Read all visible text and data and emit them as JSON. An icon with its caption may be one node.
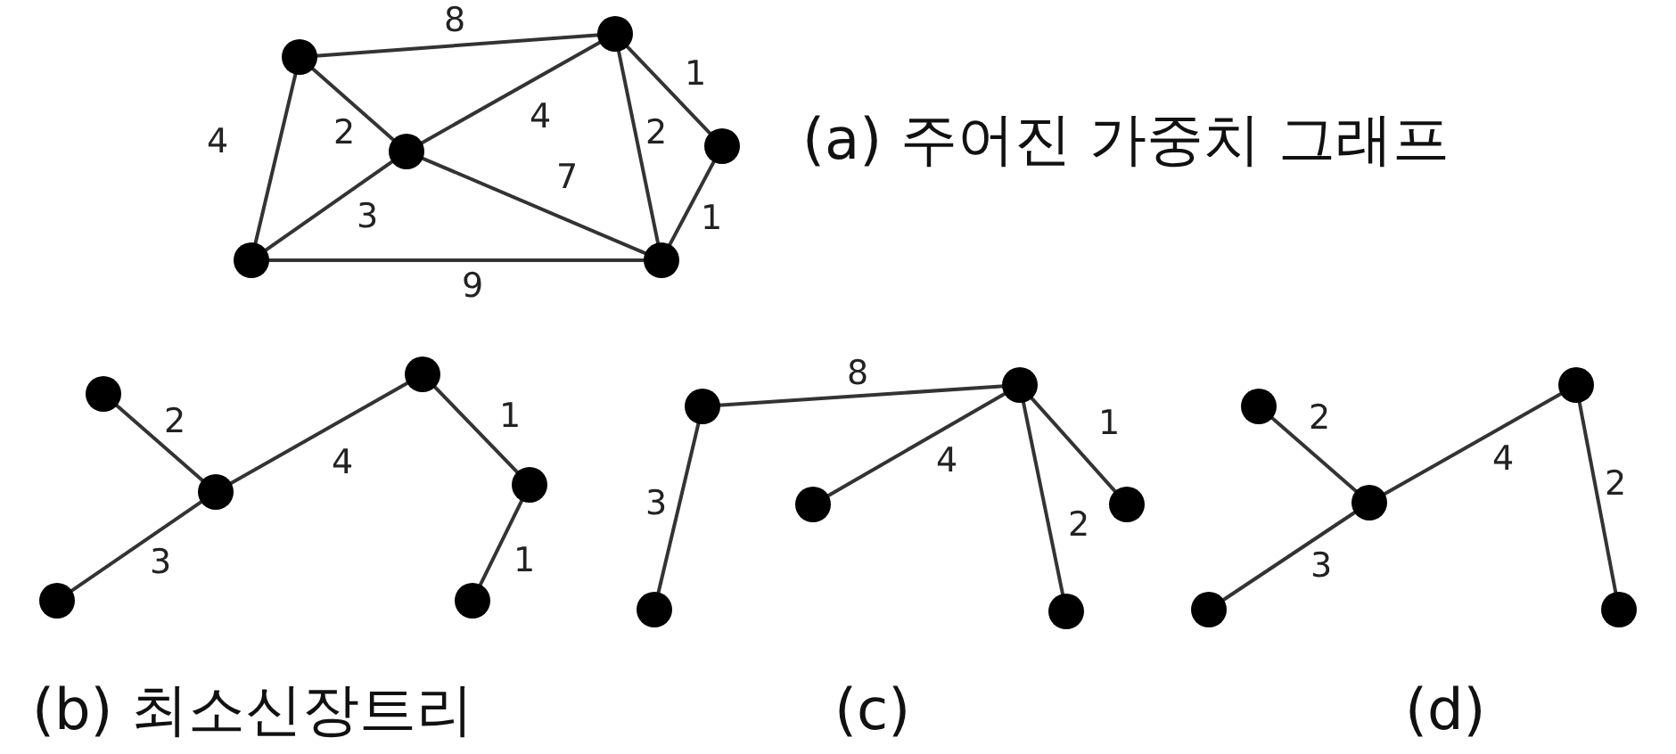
{
  "diagram": {
    "nodes": [
      {
        "text": [],
        "shape": "circle"
      },
      {
        "text": [],
        "shape": "circle"
      },
      {
        "text": [],
        "shape": "circle"
      },
      {
        "text": [],
        "shape": "circle"
      },
      {
        "text": [],
        "shape": "circle"
      },
      {
        "text": [],
        "shape": "circle"
      },
      {
        "text": [],
        "shape": "circle"
      },
      {
        "text": [],
        "shape": "circle"
      },
      {
        "text": [],
        "shape": "circle"
      },
      {
        "text": [],
        "shape": "circle"
      },
      {
        "text": [],
        "shape": "circle"
      },
      {
        "text": [],
        "shape": "circle"
      },
      {
        "text": [],
        "shape": "circle"
      },
      {
        "text": [],
        "shape": "circle"
      },
      {
        "text": [],
        "shape": "circle"
      },
      {
        "text": [],
        "shape": "circle"
      },
      {
        "text": [],
        "shape": "circle"
      },
      {
        "text": [],
        "shape": "circle"
      },
      {
        "text": [],
        "shape": "circle"
      },
      {
        "text": [],
        "shape": "circle"
      },
      {
        "text": [],
        "shape": "circle"
      },
      {
        "text": [],
        "shape": "circle"
      },
      {
        "text": [],
        "shape": "circle"
      }
    ],
    "edges": [
      {
        "from": 0,
        "to": 1,
        "arrow": "none",
        "label": "8"
      },
      {
        "from": 0,
        "to": 2,
        "arrow": "none",
        "label": "2"
      },
      {
        "from": 0,
        "to": 4,
        "arrow": "none",
        "label": "4"
      },
      {
        "from": 2,
        "to": 1,
        "arrow": "none",
        "label": "4"
      },
      {
        "from": 1,
        "to": 3,
        "arrow": "none",
        "label": "1"
      },
      {
        "from": 1,
        "to": 5,
        "arrow": "none",
        "label": "2"
      },
      {
        "from": 2,
        "to": 4,
        "arrow": "none",
        "label": "3"
      },
      {
        "from": 2,
        "to": 5,
        "arrow": "none",
        "label": "7"
      },
      {
        "from": 3,
        "to": 5,
        "arrow": "none",
        "label": "1"
      },
      {
        "from": 4,
        "to": 5,
        "arrow": "none",
        "label": "9"
      },
      {
        "from": 6,
        "to": 8,
        "arrow": "none",
        "label": "2"
      },
      {
        "from": 8,
        "to": 7,
        "arrow": "none",
        "label": "4"
      },
      {
        "from": 7,
        "to": 9,
        "arrow": "none",
        "label": "1"
      },
      {
        "from": 9,
        "to": 11,
        "arrow": "none",
        "label": "1"
      },
      {
        "from": 8,
        "to": 10,
        "arrow": "none",
        "label": "3"
      },
      {
        "from": 12,
        "to": 13,
        "arrow": "none",
        "label": "8"
      },
      {
        "from": 12,
        "to": 16,
        "arrow": "none",
        "label": "3"
      },
      {
        "from": 13,
        "to": 14,
        "arrow": "none",
        "label": "4"
      },
      {
        "from": 13,
        "to": 17,
        "arrow": "none",
        "label": "2"
      },
      {
        "from": 13,
        "to": 15,
        "arrow": "none",
        "label": "1"
      },
      {
        "from": 18,
        "to": 20,
        "arrow": "none",
        "label": "2"
      },
      {
        "from": 20,
        "to": 19,
        "arrow": "none",
        "label": "4"
      },
      {
        "from": 19,
        "to": 22,
        "arrow": "none",
        "label": "2"
      },
      {
        "from": 20,
        "to": 21,
        "arrow": "none",
        "label": "3"
      }
    ],
    "labels": [
      "(a) 주어진 가중치 그래프",
      "(b) 최소신장트리",
      "(c)",
      "(d)"
    ]
  }
}
